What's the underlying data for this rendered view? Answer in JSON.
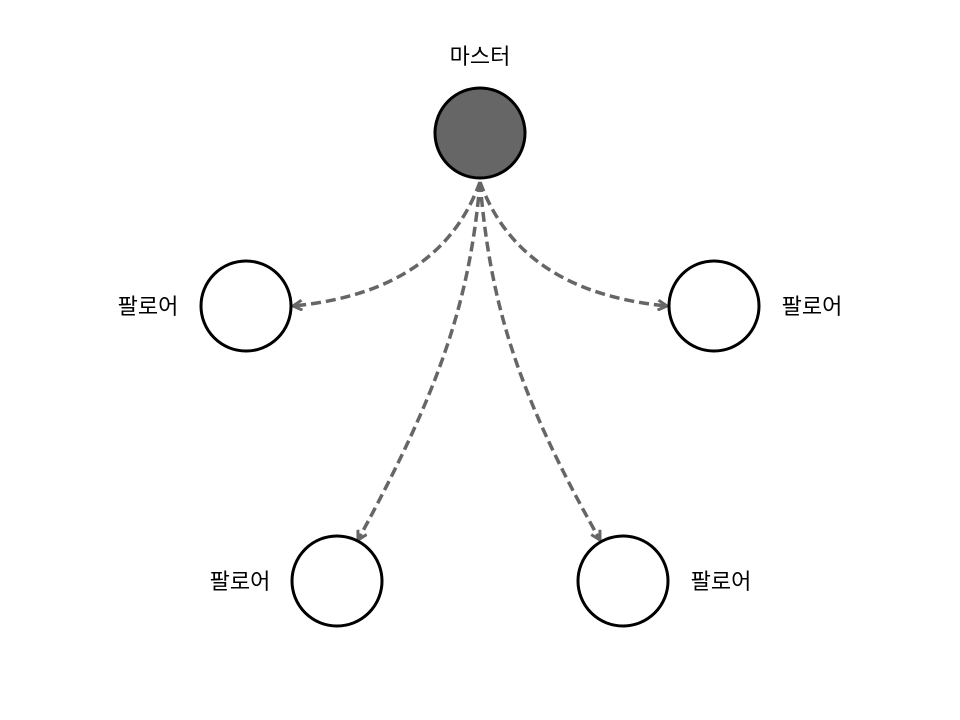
{
  "master": {
    "label": "마스터",
    "fill": "#666666"
  },
  "followers": [
    {
      "label": "팔로어"
    },
    {
      "label": "팔로어"
    },
    {
      "label": "팔로어"
    },
    {
      "label": "팔로어"
    }
  ],
  "colors": {
    "arrow": "#666666",
    "stroke": "#000000"
  }
}
